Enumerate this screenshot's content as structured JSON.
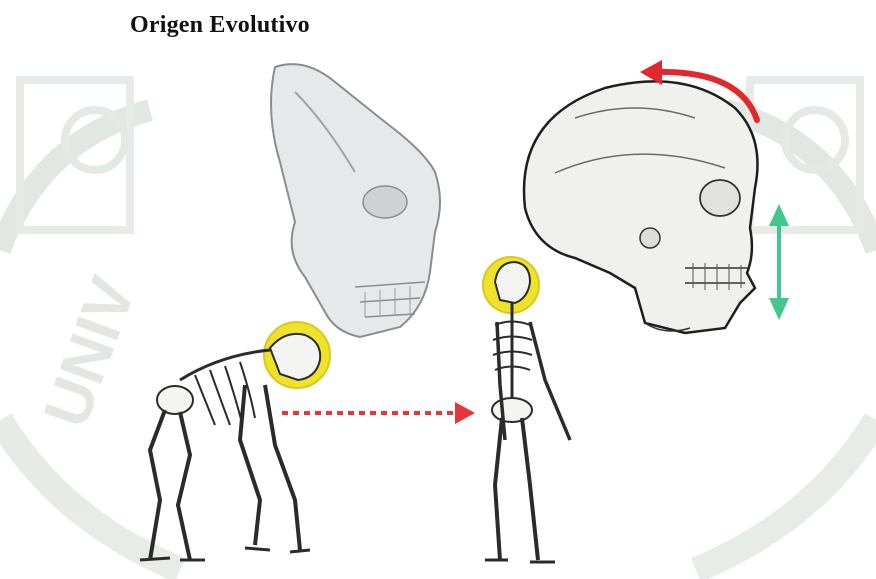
{
  "diagram": {
    "title": "Origen Evolutivo",
    "watermark_text": "UNIV",
    "colors": {
      "highlight_skull": "#efe22a",
      "forward_arrow": "#e8343a",
      "curve_arrow": "#e2282f",
      "vertical_arrow": "#43c790",
      "watermark": "#cdd5cd",
      "bone_fill": "#f4f4f2",
      "bone_stroke": "#2b2b2b"
    },
    "icons": [
      "ape-skull",
      "human-skull",
      "quadruped-skeleton",
      "biped-skeleton",
      "dotted-arrow",
      "curved-arrow",
      "double-arrow"
    ]
  }
}
